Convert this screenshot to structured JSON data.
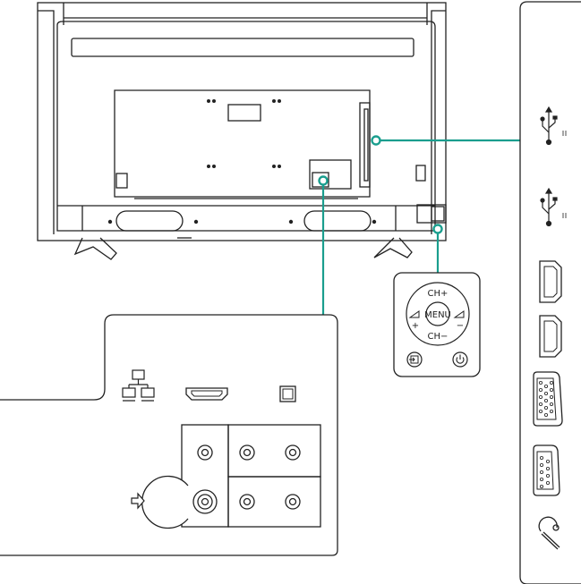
{
  "figure": {
    "type": "tv-rear-connector-diagram"
  },
  "control_panel": {
    "ch_up_label": "CH+",
    "ch_down_label": "CH−",
    "menu_label": "MENU",
    "vol_up_label": "+",
    "vol_down_label": "−"
  },
  "icons": {
    "lan": "network-lan-icon",
    "hdmi": "hdmi-port-icon",
    "optical": "optical-audio-port-icon",
    "usb": "usb-icon",
    "vga": "vga-port-icon",
    "headphone": "headphone-jack-icon",
    "input": "input-source-icon",
    "power": "power-icon",
    "arrow": "arrow-right-outline-icon"
  },
  "colors": {
    "callout": "#1a9e8e",
    "line": "#222222",
    "background": "#ffffff"
  }
}
